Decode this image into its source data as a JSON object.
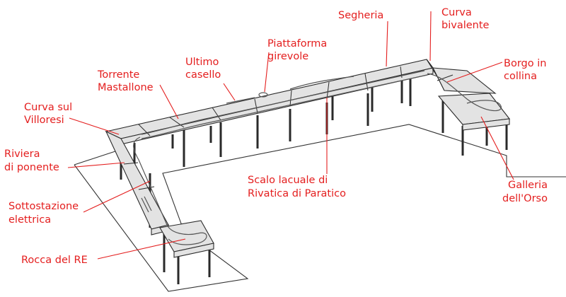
{
  "diagram": {
    "labels": [
      {
        "id": "curva-bivalente",
        "lines": [
          "Curva",
          "bivalente"
        ]
      },
      {
        "id": "segheria",
        "lines": [
          "Segheria"
        ]
      },
      {
        "id": "piattaforma-girevole",
        "lines": [
          "Piattaforma",
          "girevole"
        ]
      },
      {
        "id": "ultimo-casello",
        "lines": [
          "Ultimo",
          "casello"
        ]
      },
      {
        "id": "torrente-mastallone",
        "lines": [
          "Torrente",
          "Mastallone"
        ]
      },
      {
        "id": "borgo-in-collina",
        "lines": [
          "Borgo in",
          "collina"
        ]
      },
      {
        "id": "curva-sul-villoresi",
        "lines": [
          "Curva sul",
          "Villoresi"
        ]
      },
      {
        "id": "riviera-di-ponente",
        "lines": [
          "Riviera",
          "di ponente"
        ]
      },
      {
        "id": "scalo-lacuale",
        "lines": [
          "Scalo lacuale di",
          "Rivatica di Paratico"
        ]
      },
      {
        "id": "galleria-dell-orso",
        "lines": [
          "Galleria",
          "dell'Orso"
        ]
      },
      {
        "id": "sottostazione-elettrica",
        "lines": [
          "Sottostazione",
          "elettrica"
        ]
      },
      {
        "id": "rocca-del-re",
        "lines": [
          "Rocca del RE"
        ]
      }
    ],
    "colors": {
      "label": "#e41e1e",
      "structure": "#2a2a2a",
      "table_top": "#e3e3e3"
    }
  }
}
